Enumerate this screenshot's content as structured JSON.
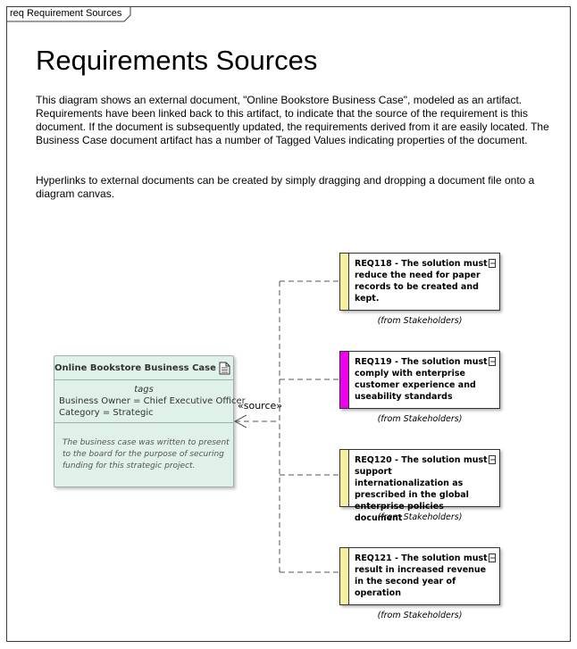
{
  "frame": {
    "tab_label": "req Requirement Sources"
  },
  "title": "Requirements Sources",
  "description": {
    "paragraph1": "This diagram shows an external document, \"Online Bookstore Business Case\", modeled as an artifact.  Requirements have been linked back to this artifact, to indicate that the source of the requirement is this document.  If the document is subsequently updated, the requirements derived from it are easily located.  The Business Case document artifact has a number of Tagged Values indicating properties of the document.",
    "paragraph2": "Hyperlinks to external documents can be created by simply dragging and dropping a document file onto a diagram canvas."
  },
  "artifact": {
    "name": "Online Bookstore Business Case",
    "icon": "document-icon",
    "tags_heading": "tags",
    "tags": [
      "Business Owner = Chief Executive Officer",
      "Category = Strategic"
    ],
    "note": "The business case was written to present to the board for the purpose of securing funding for this strategic project.",
    "fill_color": "#dff1e9"
  },
  "connector": {
    "stereotype": "«source»"
  },
  "requirements": [
    {
      "text": "REQ118 - The solution must reduce the need for paper records to be created and kept.",
      "from": "(from Stakeholders)",
      "bar_color": "#f5f0a0"
    },
    {
      "text": "REQ119 - The solution must comply with enterprise customer experience and useability standards",
      "from": "(from Stakeholders)",
      "bar_color": "#ee00ee"
    },
    {
      "text": "REQ120 - The solution must support internationalization as prescribed in the global enterprise policies document",
      "from": "(from Stakeholders)",
      "bar_color": "#f5f0a0"
    },
    {
      "text": "REQ121 - The solution must result in increased revenue in the second year of operation",
      "from": "(from Stakeholders)",
      "bar_color": "#f5f0a0"
    }
  ]
}
